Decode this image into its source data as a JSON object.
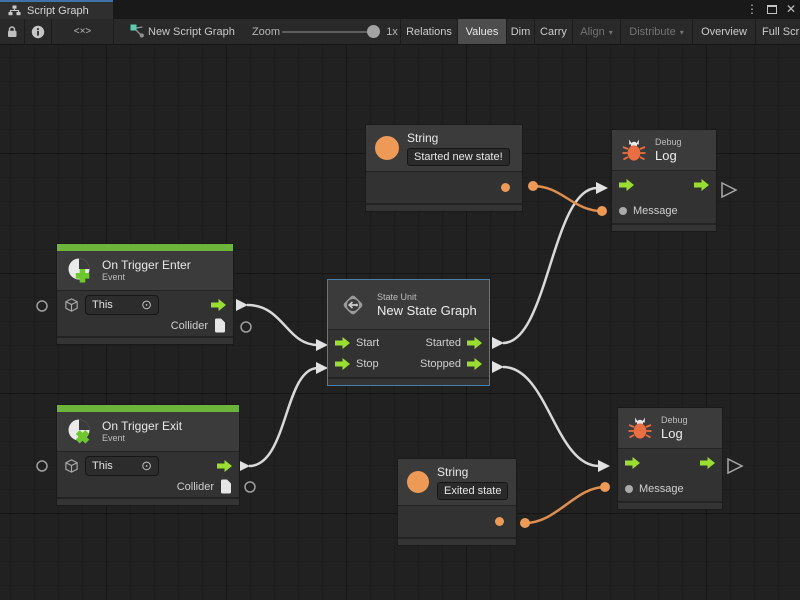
{
  "titlebar": {
    "tab": {
      "label": "Script Graph"
    }
  },
  "icons": {
    "menu": "⋮",
    "close": "✕",
    "code": "<×>",
    "target": "⊙",
    "dropdown_arrow": "▾"
  },
  "toolbar": {
    "graph_name": "New Script Graph",
    "zoom": {
      "label": "Zoom",
      "value": "1x"
    },
    "toggles": [
      {
        "label": "Relations"
      },
      {
        "label": "Values",
        "state": "active"
      },
      {
        "label": "Dim"
      },
      {
        "label": "Carry"
      },
      {
        "label": "Align",
        "state": "disabled"
      },
      {
        "label": "Distribute",
        "state": "disabled"
      },
      {
        "label": "Overview"
      },
      {
        "label": "Full Scr",
        "state": "clipped"
      }
    ]
  },
  "nodes": {
    "string_top": {
      "title": "String",
      "value": "Started new state!"
    },
    "string_bottom": {
      "title": "String",
      "value": "Exited state"
    },
    "debug_top": {
      "kind": "Debug",
      "title": "Log",
      "message_label": "Message"
    },
    "debug_bottom": {
      "kind": "Debug",
      "title": "Log",
      "message_label": "Message"
    },
    "trigger_enter": {
      "title": "On Trigger Enter",
      "subtitle": "Event",
      "target_value": "This",
      "output_label": "Collider"
    },
    "trigger_exit": {
      "title": "On Trigger Exit",
      "subtitle": "Event",
      "target_value": "This",
      "output_label": "Collider"
    },
    "state_unit": {
      "kind": "State Unit",
      "title": "New State Graph",
      "ports": {
        "start": "Start",
        "stop": "Stop",
        "started": "Started",
        "stopped": "Stopped"
      }
    }
  },
  "colors": {
    "flow_green": "#9ade31",
    "event_green": "#6db53a",
    "value_orange": "#ed9a57",
    "wire_white": "#d9d9d9",
    "wire_orange": "#de8f4f",
    "selection_blue": "#4a80a8",
    "tab_accent_blue": "#3f72a6"
  }
}
